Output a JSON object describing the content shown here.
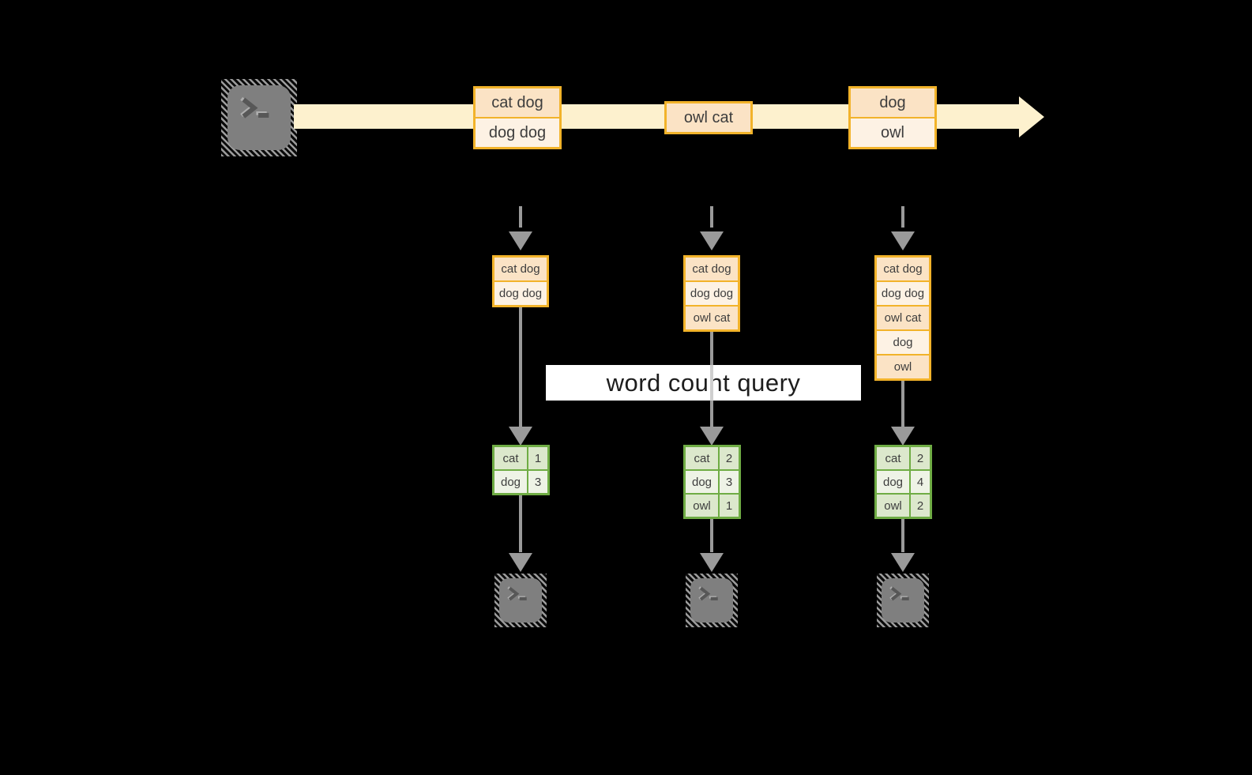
{
  "query": {
    "label": "word count query"
  },
  "palette": {
    "background": "#000000",
    "accent_orange_border": "#f2b32a",
    "orange_cell_dark": "#fbe3c5",
    "orange_cell_light": "#fdf2e4",
    "timeline_arrow": "#fdf1ce",
    "green_border": "#6fac44",
    "green_cell_dark": "#dce8cc",
    "green_cell_light": "#eef3e6",
    "arrow_gray": "#9a9a9a",
    "terminal_gray": "#7f7f7f",
    "band_background": "#ffffff",
    "cell_text": "#3d3d3d"
  },
  "source": {
    "icon": "terminal-icon"
  },
  "timeline": {
    "batches": [
      {
        "lines": [
          "cat dog",
          "dog dog"
        ]
      },
      {
        "lines": [
          "owl cat"
        ]
      },
      {
        "lines": [
          "dog",
          "owl"
        ]
      }
    ]
  },
  "columns": [
    {
      "input": [
        "cat dog",
        "dog dog"
      ],
      "result": [
        {
          "word": "cat",
          "count": "1"
        },
        {
          "word": "dog",
          "count": "3"
        }
      ],
      "sink": {
        "icon": "terminal-icon"
      }
    },
    {
      "input": [
        "cat dog",
        "dog dog",
        "owl cat"
      ],
      "result": [
        {
          "word": "cat",
          "count": "2"
        },
        {
          "word": "dog",
          "count": "3"
        },
        {
          "word": "owl",
          "count": "1"
        }
      ],
      "sink": {
        "icon": "terminal-icon"
      }
    },
    {
      "input": [
        "cat dog",
        "dog dog",
        "owl cat",
        "dog",
        "owl"
      ],
      "result": [
        {
          "word": "cat",
          "count": "2"
        },
        {
          "word": "dog",
          "count": "4"
        },
        {
          "word": "owl",
          "count": "2"
        }
      ],
      "sink": {
        "icon": "terminal-icon"
      }
    }
  ]
}
